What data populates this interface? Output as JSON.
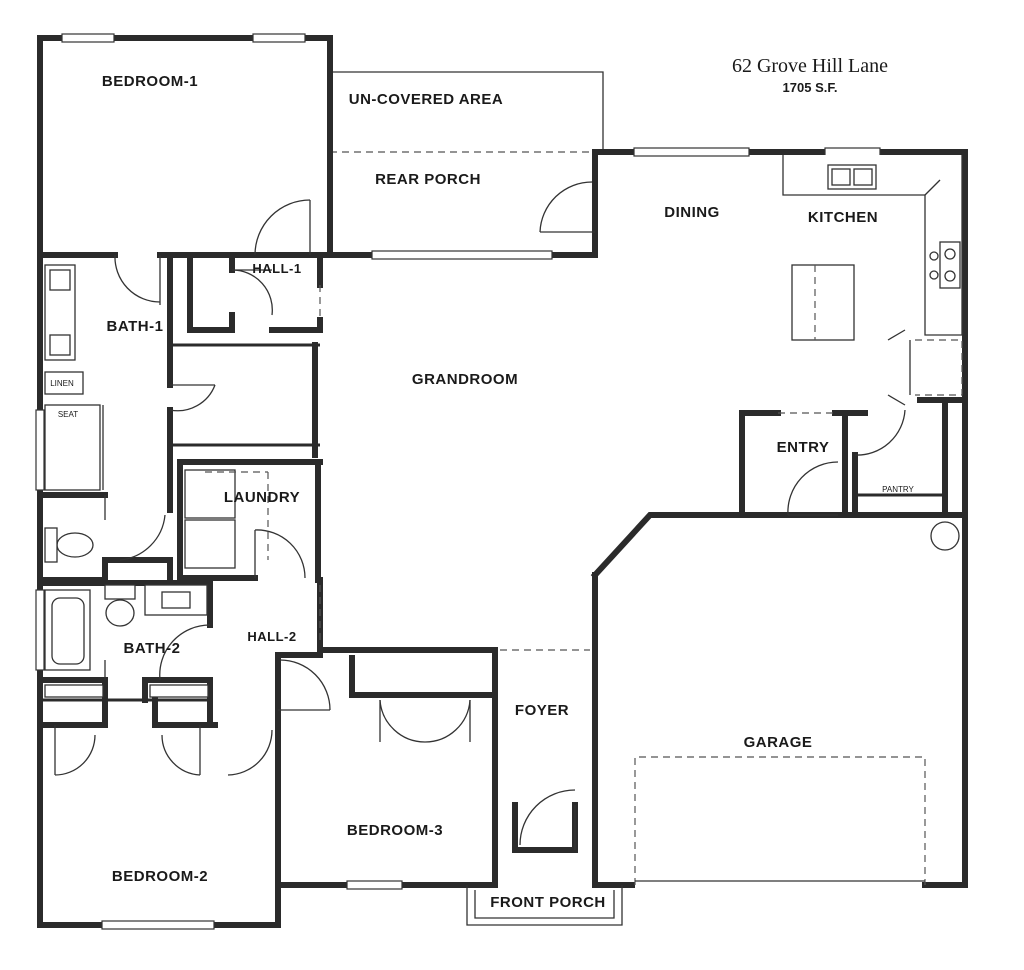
{
  "header": {
    "address": "62 Grove Hill Lane",
    "area": "1705 S.F."
  },
  "rooms": {
    "bedroom_1": "BEDROOM-1",
    "uncovered_area": "UN-COVERED AREA",
    "rear_porch": "REAR PORCH",
    "dining": "DINING",
    "kitchen": "KITCHEN",
    "hall_1": "HALL-1",
    "bath_1": "BATH-1",
    "grandroom": "GRANDROOM",
    "entry": "ENTRY",
    "laundry": "LAUNDRY",
    "hall_2": "HALL-2",
    "bath_2": "BATH-2",
    "foyer": "FOYER",
    "garage": "GARAGE",
    "bedroom_3": "BEDROOM-3",
    "bedroom_2": "BEDROOM-2",
    "front_porch": "FRONT PORCH"
  },
  "fixtures": {
    "linen": "LINEN",
    "seat": "SEAT",
    "pantry": "PANTRY"
  }
}
